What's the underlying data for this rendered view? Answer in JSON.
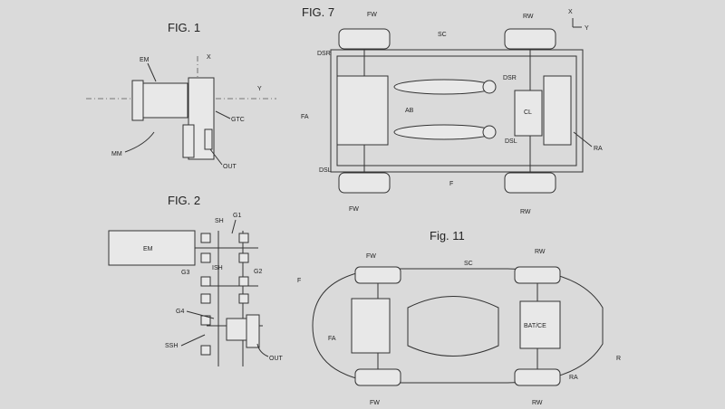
{
  "fig1": {
    "title": "FIG. 1",
    "labels": {
      "em": "EM",
      "x": "X",
      "y": "Y",
      "gtc": "GTC",
      "mm": "MM",
      "out": "OUT"
    }
  },
  "fig2": {
    "title": "FIG. 2",
    "labels": {
      "sh": "SH",
      "g1": "G1",
      "em": "EM",
      "ish": "ISH",
      "g2": "G2",
      "g3": "G3",
      "g4": "G4",
      "ssh": "SSH",
      "out": "OUT"
    }
  },
  "fig7": {
    "title": "FIG. 7",
    "labels": {
      "fw_top": "FW",
      "sc": "SC",
      "rw_top": "RW",
      "x": "X",
      "y": "Y",
      "dsr_left": "DSR",
      "fa": "FA",
      "ab": "AB",
      "dsr_right": "DSR",
      "cl": "CL",
      "dsl_right": "DSL",
      "ra": "RA",
      "dsl_left": "DSL",
      "f": "F",
      "fw_bottom": "FW",
      "rw_bottom": "RW"
    }
  },
  "fig11": {
    "title": "Fig. 11",
    "labels": {
      "fw_top": "FW",
      "sc": "SC",
      "rw_top": "RW",
      "f": "F",
      "fa": "FA",
      "bat": "BAT/CE",
      "r": "R",
      "ra": "RA",
      "fw_bottom": "FW",
      "rw_bottom": "RW"
    }
  }
}
